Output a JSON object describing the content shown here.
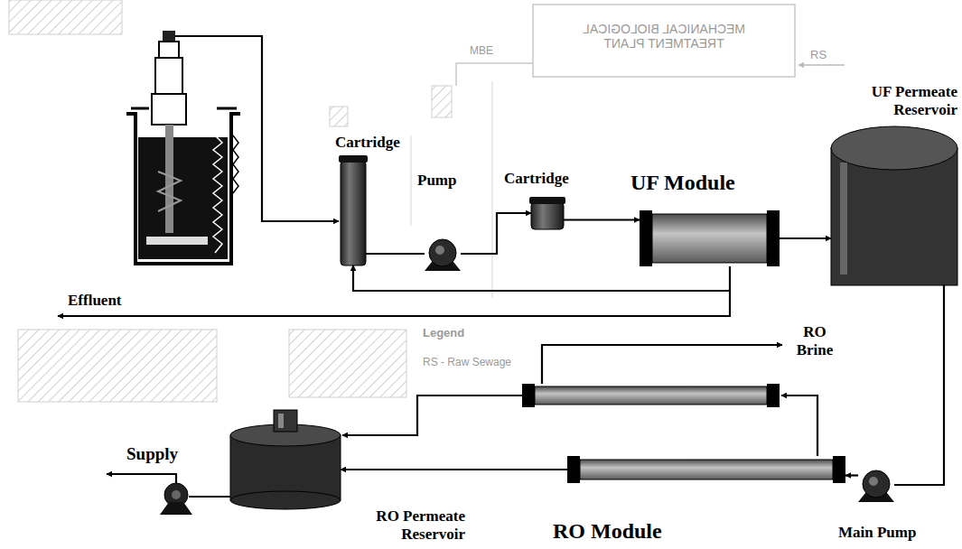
{
  "diagram": {
    "nodes": [
      {
        "text": [
          "Cartridge"
        ]
      },
      {
        "text": [
          "Pump"
        ]
      },
      {
        "text": [
          "Cartridge"
        ]
      },
      {
        "text": [
          "UF Module"
        ]
      },
      {
        "text": [
          "UF Permeate Reservoir"
        ]
      },
      {
        "text": [
          "Main Pump"
        ]
      },
      {
        "text": [
          "RO Module"
        ]
      },
      {
        "text": [
          "RO Permeate Reservoir"
        ]
      }
    ],
    "edges": [
      {
        "from": 0,
        "to": 1,
        "arrow": "none"
      },
      {
        "from": 1,
        "to": 2,
        "arrow": "to"
      },
      {
        "from": 2,
        "to": 3,
        "arrow": "to"
      },
      {
        "from": 3,
        "to": 4,
        "arrow": "to"
      },
      {
        "from": 4,
        "to": 5,
        "arrow": "none"
      },
      {
        "from": 5,
        "to": 6,
        "arrow": "to"
      },
      {
        "from": 6,
        "to": 7,
        "arrow": "to"
      },
      {
        "from": 3,
        "to": 0,
        "arrow": "to"
      }
    ],
    "labels": [
      "MECHANICAL BIOLOGICAL TREATMENT PLANT",
      "MBE",
      "RS",
      "Legend",
      "RS - Raw Sewage",
      "Effluent",
      "RO Brine",
      "Supply"
    ]
  }
}
